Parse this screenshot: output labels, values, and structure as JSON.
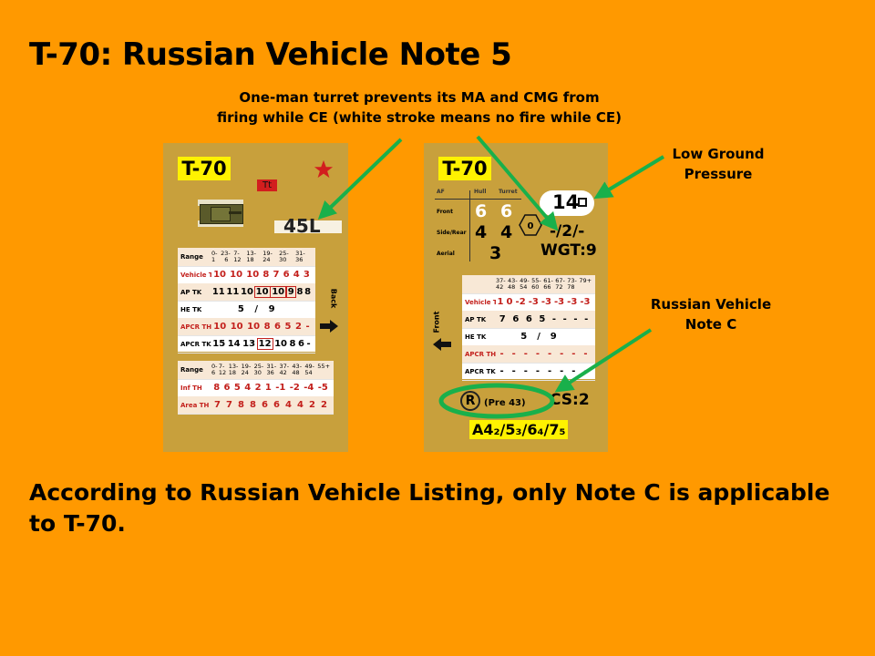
{
  "title": "T-70: Russian Vehicle Note 5",
  "annotations": {
    "turret_line1": "One-man turret prevents its MA and CMG from",
    "turret_line2": "firing while CE (white stroke means no fire while CE)",
    "lgp_line1": "Low Ground",
    "lgp_line2": "Pressure",
    "note_line1": "Russian Vehicle",
    "note_line2": "Note C"
  },
  "bottom_text": "According to Russian Vehicle Listing, only Note C is applicable to T-70.",
  "colors": {
    "background": "#ff9900",
    "card": "#c8a03c",
    "arrow": "#19b04b",
    "label": "#fff200"
  },
  "front_card": {
    "name": "T-70",
    "tag": "Tt",
    "gun": "45L",
    "side_label": "Back",
    "star_icon": "red-star-icon",
    "tank_icon": "tank-top-view-icon",
    "arrow_icon": "arrow-right-icon",
    "fire_table": {
      "header_label": "Range",
      "ranges": [
        "0-1",
        "2",
        "3-6",
        "7-12",
        "13-18",
        "19-24",
        "25-30",
        "31-36"
      ],
      "rows": [
        {
          "label": "Vehicle TH",
          "values": [
            "10",
            "10",
            "10",
            "8",
            "7",
            "6",
            "4",
            "3"
          ],
          "red": true
        },
        {
          "label": "AP TK",
          "values": [
            "11",
            "11",
            "10",
            "10",
            "10",
            "9",
            "8",
            "8"
          ],
          "red": false
        },
        {
          "label": "HE TK",
          "values": [
            "",
            "",
            "5",
            "/",
            "9",
            "",
            "",
            ""
          ],
          "red": false
        },
        {
          "label": "APCR TH",
          "values": [
            "10",
            "10",
            "10",
            "8",
            "6",
            "5",
            "2",
            "-"
          ],
          "red": true
        },
        {
          "label": "APCR TK",
          "values": [
            "15",
            "14",
            "13",
            "12",
            "10",
            "8",
            "6",
            "-"
          ],
          "red": false
        }
      ]
    },
    "mg_table": {
      "header_label": "Range",
      "ranges": [
        "0-6",
        "7-12",
        "13-18",
        "19-24",
        "25-30",
        "31-36",
        "37-42",
        "43-48",
        "49-54",
        "55+"
      ],
      "rows": [
        {
          "label": "Inf TH",
          "values": [
            "8",
            "6",
            "5",
            "4",
            "2",
            "1",
            "-1",
            "-2",
            "-4",
            "-5"
          ],
          "red": true
        },
        {
          "label": "Area TH",
          "values": [
            "7",
            "7",
            "8",
            "8",
            "6",
            "6",
            "4",
            "4",
            "2",
            "2"
          ],
          "red": true
        }
      ]
    }
  },
  "back_card": {
    "name": "T-70",
    "armor_headers": [
      "AF",
      "Hull",
      "Turret"
    ],
    "armor_rows": [
      {
        "label": "Front",
        "hull": "6",
        "turret": "6"
      },
      {
        "label": "Side/Rear",
        "hull": "4",
        "turret": "4"
      },
      {
        "label": "Aerial",
        "hull": "3",
        "turret": ""
      }
    ],
    "hex_number": "0",
    "mp": "14",
    "mg_values": "-/2/-",
    "weight": "WGT:9",
    "side_label": "Front",
    "arrow_icon": "arrow-left-icon",
    "r_symbol": "R",
    "pre_text": "(Pre 43)",
    "cs": "CS:2",
    "availability": "A4₂/5₃/6₄/7₅",
    "fire_table": {
      "ranges": [
        "37-42",
        "43-48",
        "49-54",
        "55-60",
        "61-66",
        "67-72",
        "73-78",
        "79+"
      ],
      "rows": [
        {
          "label": "Vehicle TH",
          "values": [
            "1",
            "0",
            "-2",
            "-3",
            "-3",
            "-3",
            "-3",
            "-3"
          ],
          "red": true
        },
        {
          "label": "AP TK",
          "values": [
            "7",
            "6",
            "6",
            "5",
            "-",
            "-",
            "-",
            "-"
          ],
          "red": false
        },
        {
          "label": "HE TK",
          "values": [
            "",
            "",
            "5",
            "/",
            "9",
            "",
            "",
            ""
          ],
          "red": false
        },
        {
          "label": "APCR TH",
          "values": [
            "-",
            "-",
            "-",
            "-",
            "-",
            "-",
            "-",
            "-"
          ],
          "red": true
        },
        {
          "label": "APCR TK",
          "values": [
            "-",
            "-",
            "-",
            "-",
            "-",
            "-",
            "-",
            "-"
          ],
          "red": false
        }
      ]
    }
  }
}
